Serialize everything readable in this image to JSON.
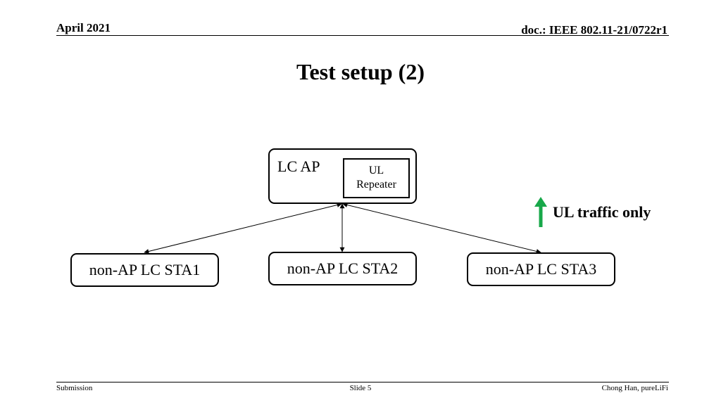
{
  "header": {
    "date": "April 2021",
    "doc": "doc.: IEEE 802.11-21/0722r1"
  },
  "title": "Test setup (2)",
  "diagram": {
    "ap_label": "LC AP",
    "repeater_line1": "UL",
    "repeater_line2": "Repeater",
    "sta1": "non-AP LC STA1",
    "sta2": "non-AP LC STA2",
    "sta3": "non-AP LC STA3",
    "legend": "UL traffic only",
    "legend_arrow_color": "#18a84a"
  },
  "footer": {
    "left": "Submission",
    "center": "Slide 5",
    "right": "Chong Han, pureLiFi"
  }
}
